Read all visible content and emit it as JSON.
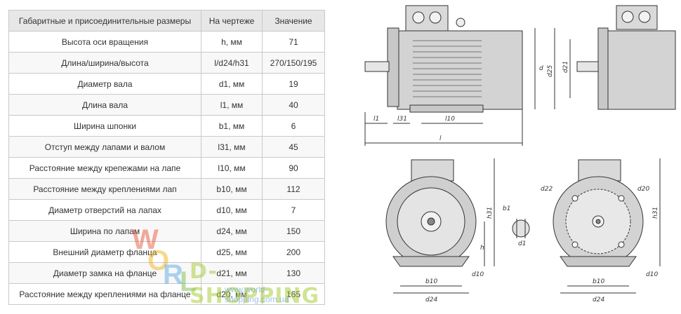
{
  "table": {
    "headers": [
      "Габаритные и присоединительные размеры",
      "На чертеже",
      "Значение"
    ],
    "rows": [
      {
        "name": "Высота оси вращения",
        "symbol": "h, мм",
        "value": "71"
      },
      {
        "name": "Длина/ширина/высота",
        "symbol": "l/d24/h31",
        "value": "270/150/195"
      },
      {
        "name": "Диаметр вала",
        "symbol": "d1, мм",
        "value": "19"
      },
      {
        "name": "Длина вала",
        "symbol": "l1, мм",
        "value": "40"
      },
      {
        "name": "Ширина шпонки",
        "symbol": "b1, мм",
        "value": "6"
      },
      {
        "name": "Отступ между лапами и валом",
        "symbol": "l31, мм",
        "value": "45"
      },
      {
        "name": "Расстояние между крепежами на лапе",
        "symbol": "l10, мм",
        "value": "90"
      },
      {
        "name": "Расстояние между креплениями лап",
        "symbol": "b10, мм",
        "value": "112"
      },
      {
        "name": "Диаметр отверстий на лапах",
        "symbol": "d10, мм",
        "value": "7"
      },
      {
        "name": "Ширина по лапам",
        "symbol": "d24, мм",
        "value": "150"
      },
      {
        "name": "Внешний диаметр фланца",
        "symbol": "d25, мм",
        "value": "200"
      },
      {
        "name": "Диаметр замка на фланце",
        "symbol": "d21, мм",
        "value": "130"
      },
      {
        "name": "Расстояние между креплениями на фланце",
        "symbol": "d20, мм",
        "value": "165"
      }
    ]
  },
  "watermark": {
    "letters": [
      "W",
      "O",
      "R",
      "L"
    ],
    "text": "D-SHOPPING",
    "url": "www.world-shopping.com.ua"
  },
  "drawing_labels": {
    "l1": "l1",
    "l31": "l31",
    "l10": "l10",
    "l": "l",
    "d": "d",
    "d25": "d25",
    "d21": "d21",
    "h31": "h31",
    "h": "h",
    "d10": "d10",
    "b10": "b10",
    "d24": "d24",
    "b1": "b1",
    "d1": "d1",
    "d20": "d20",
    "d22": "d22"
  }
}
